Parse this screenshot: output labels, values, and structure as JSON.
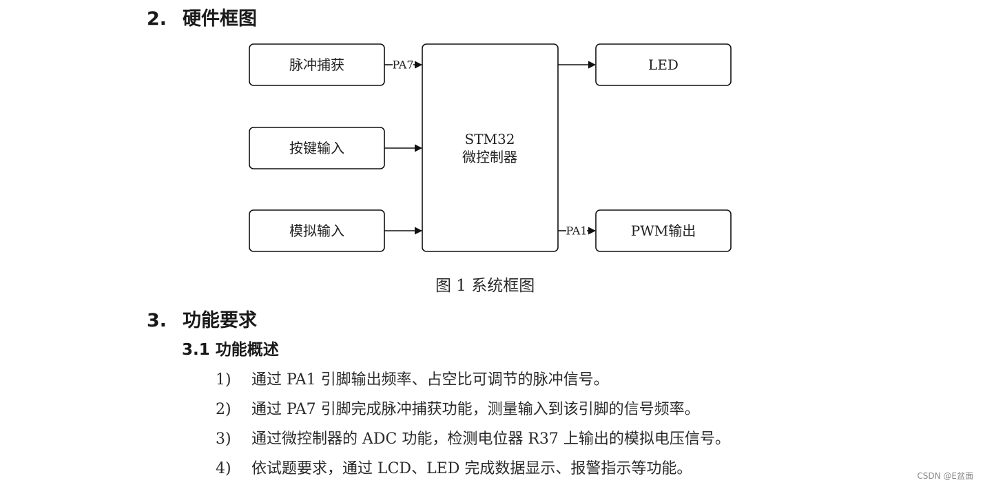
{
  "section2": {
    "number": "2.",
    "title": "硬件框图"
  },
  "diagram": {
    "blocks": {
      "pulse_capture": "脉冲捕获",
      "key_input": "按键输入",
      "analog_input": "模拟输入",
      "mcu_line1": "STM32",
      "mcu_line2": "微控制器",
      "led": "LED",
      "pwm_output": "PWM输出"
    },
    "pin_labels": {
      "pa7": "PA7",
      "pa1": "PA1"
    },
    "caption": "图 1  系统框图",
    "colors": {
      "stroke": "#111111",
      "block_fill": "#ffffff"
    }
  },
  "section3": {
    "number": "3.",
    "title": "功能要求",
    "sub": {
      "number": "3.1",
      "title": "功能概述"
    },
    "items": [
      {
        "idx": "1)",
        "text": "通过 PA1 引脚输出频率、占空比可调节的脉冲信号。"
      },
      {
        "idx": "2)",
        "text": "通过 PA7 引脚完成脉冲捕获功能，测量输入到该引脚的信号频率。"
      },
      {
        "idx": "3)",
        "text": "通过微控制器的 ADC 功能，检测电位器 R37 上输出的模拟电压信号。"
      },
      {
        "idx": "4)",
        "text": "依试题要求，通过 LCD、LED 完成数据显示、报警指示等功能。"
      }
    ]
  },
  "watermark": "CSDN @E盆面"
}
